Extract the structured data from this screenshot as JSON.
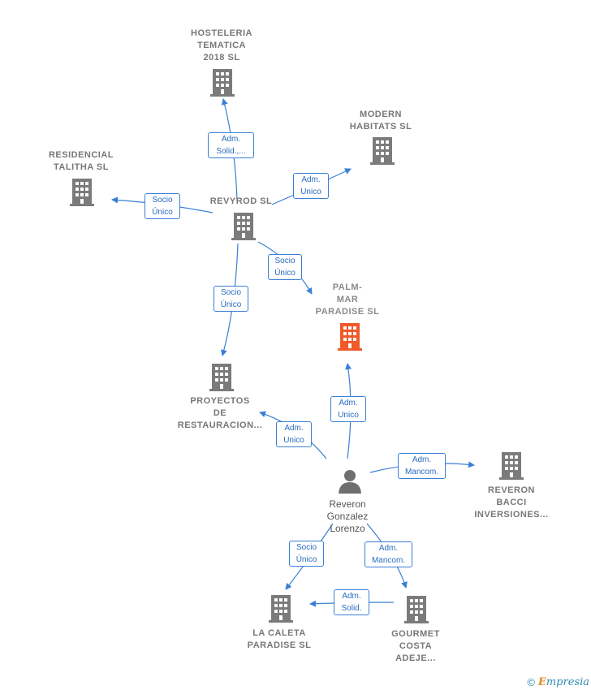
{
  "colors": {
    "building": "#7b7b7b",
    "building_focus": "#f05a2a",
    "person": "#6f6f6f",
    "edge": "#3a7fd5"
  },
  "nodes": {
    "hosteleria": {
      "label": "HOSTELERIA\nTEMATICA\n2018  SL",
      "icon": "building-icon"
    },
    "modern": {
      "label": "MODERN\nHABITATS  SL",
      "icon": "building-icon"
    },
    "residencial": {
      "label": "RESIDENCIAL\nTALITHA  SL",
      "icon": "building-icon"
    },
    "revyrod": {
      "label": "REVYROD SL",
      "icon": "building-icon"
    },
    "palmar": {
      "label": "PALM-\nMAR\nPARADISE  SL",
      "icon": "building-icon"
    },
    "proyectos": {
      "label": "PROYECTOS\nDE\nRESTAURACION...",
      "icon": "building-icon"
    },
    "reveron_bacci": {
      "label": "REVERON\nBACCI\nINVERSIONES...",
      "icon": "building-icon"
    },
    "person": {
      "label": "Reveron\nGonzalez\nLorenzo",
      "icon": "person-icon"
    },
    "caleta": {
      "label": "LA CALETA\nPARADISE  SL",
      "icon": "building-icon"
    },
    "gourmet": {
      "label": "GOURMET\nCOSTA\nADEJE...",
      "icon": "building-icon"
    }
  },
  "edges": {
    "e1": "Adm.\nSolid.,...",
    "e2": "Adm.\nUnico",
    "e3": "Socio\nÚnico",
    "e4": "Socio\nÚnico",
    "e5": "Socio\nÚnico",
    "e6": "Adm.\nUnico",
    "e7": "Adm.\nUnico",
    "e8": "Adm.\nMancom.",
    "e9": "Socio\nÚnico",
    "e10": "Adm.\nMancom.",
    "e11": "Adm.\nSolid."
  },
  "brand": {
    "copyright": "©",
    "initial": "E",
    "rest": "mpresia"
  }
}
